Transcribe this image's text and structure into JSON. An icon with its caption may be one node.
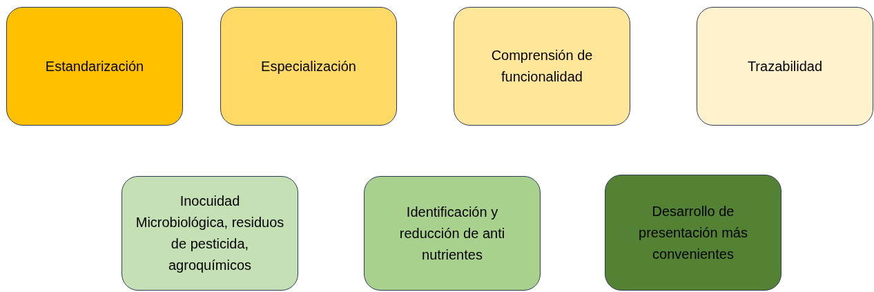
{
  "diagram": {
    "nodes": [
      {
        "text": [
          "Estandarización"
        ]
      },
      {
        "text": [
          "Especialización"
        ]
      },
      {
        "text": [
          "Comprensión de funcionalidad"
        ]
      },
      {
        "text": [
          "Trazabilidad"
        ]
      },
      {
        "text": [
          "Inocuidad Microbiológica, residuos de pesticida, agroquímicos"
        ]
      },
      {
        "text": [
          "Identificación y reducción de anti nutrientes"
        ]
      },
      {
        "text": [
          "Desarrollo de presentación más convenientes"
        ]
      }
    ]
  }
}
